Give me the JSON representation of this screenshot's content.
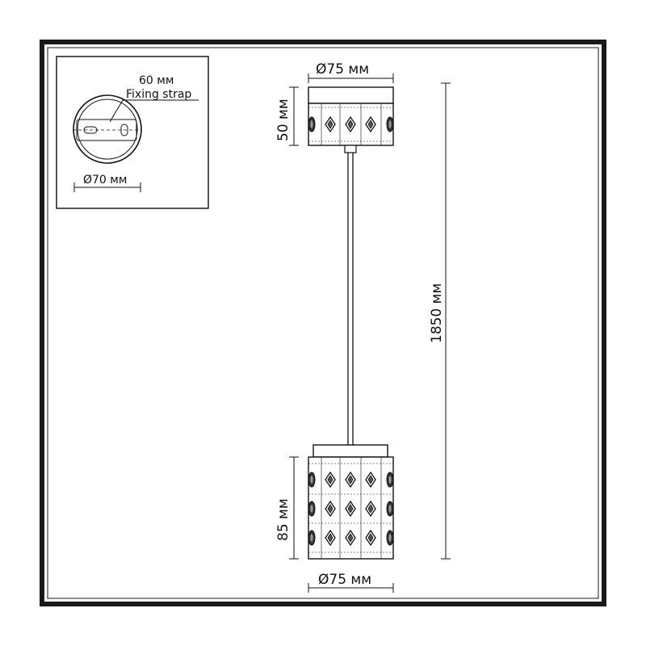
{
  "inset": {
    "strap_length": "60 мм",
    "strap_label": "Fixing strap",
    "mount_diameter": "Ø70 мм"
  },
  "canopy": {
    "diameter": "Ø75 мм",
    "height": "50 мм"
  },
  "overall_length": "1850 мм",
  "shade": {
    "height": "85 мм",
    "diameter": "Ø75 мм"
  },
  "colors": {
    "line": "#111111",
    "frame": "#1a1a1a",
    "background": "#ffffff"
  }
}
